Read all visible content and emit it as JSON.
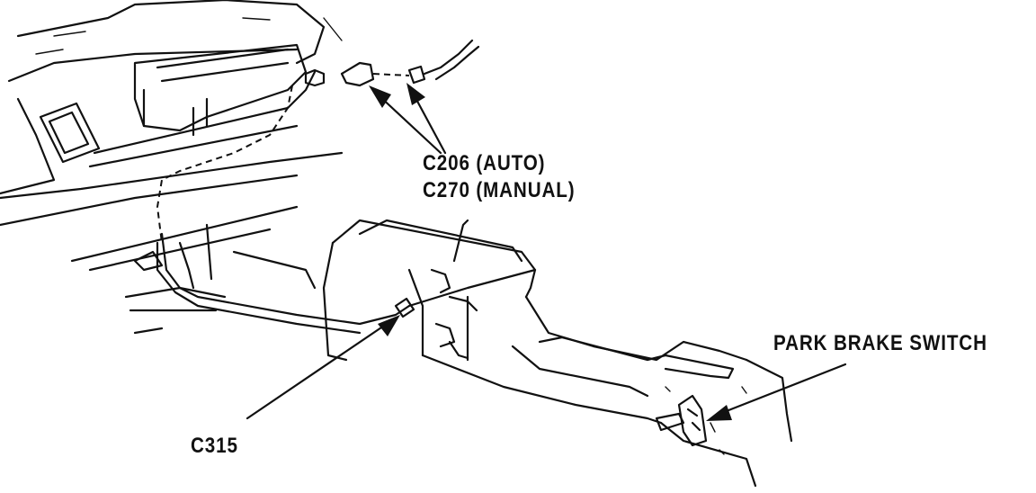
{
  "labels": {
    "c206": "C206 (AUTO)",
    "c270": "C270 (MANUAL)",
    "park_brake_switch": "PARK BRAKE SWITCH",
    "c315": "C315"
  }
}
